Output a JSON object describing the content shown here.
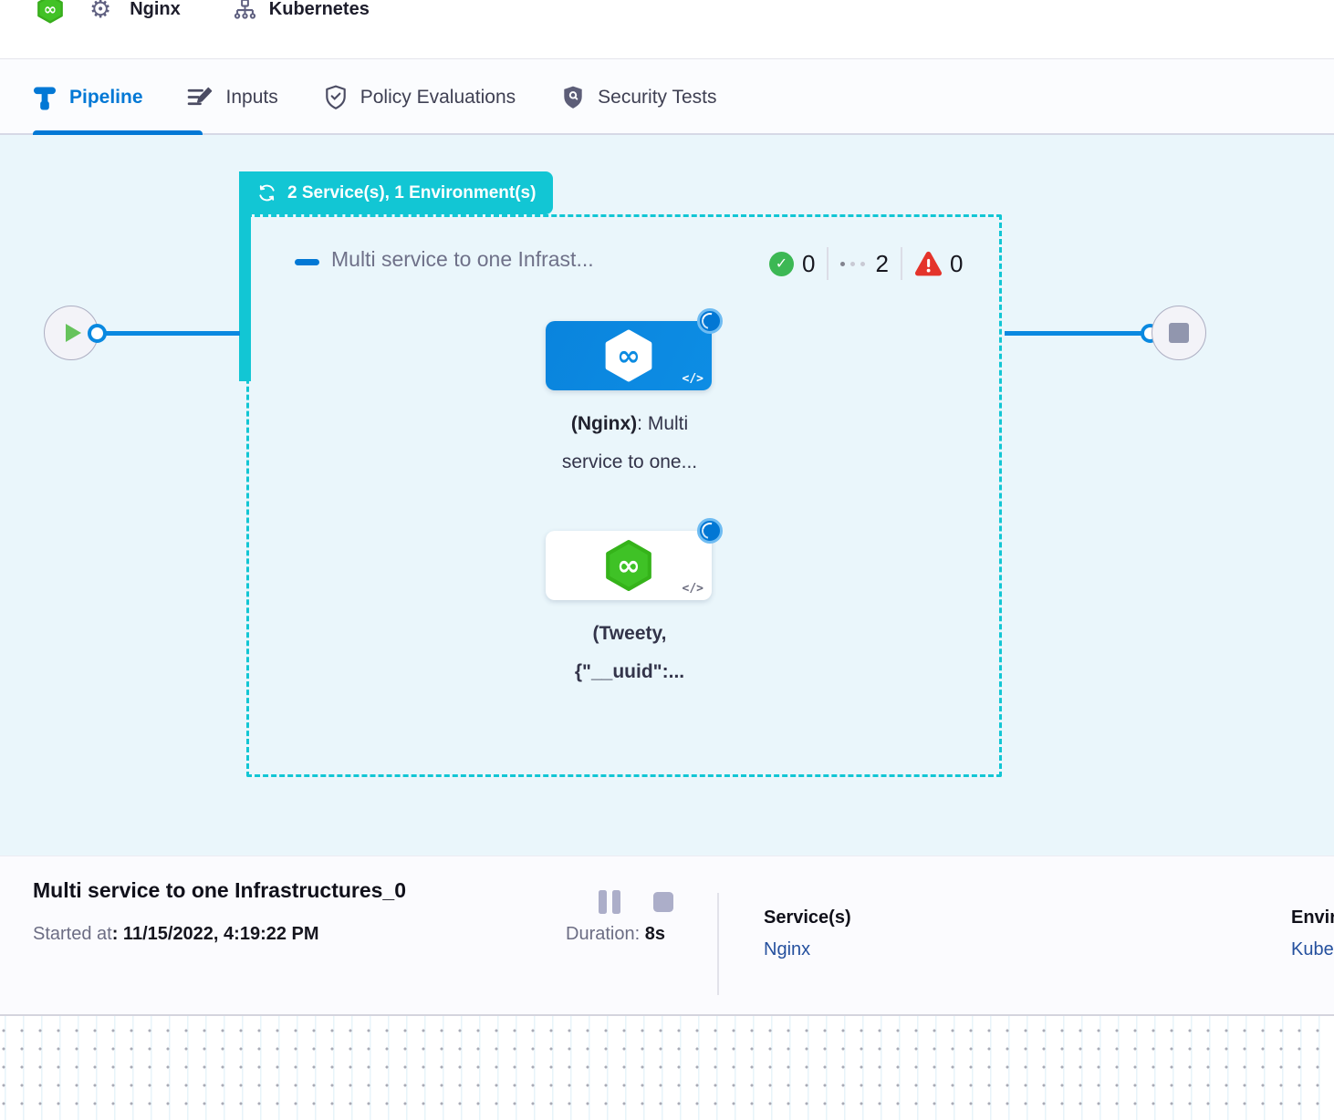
{
  "colors": {
    "accent": "#0278D5",
    "teal": "#12C6D4",
    "canvas_bg": "#EAF6FB",
    "logo_green": "#42C226",
    "success_green": "#3CB854",
    "error_red": "#E4342B",
    "link_blue": "#25509E"
  },
  "icons": {
    "infinity": "∞",
    "gear": "⚙",
    "code": "</>"
  },
  "header": {
    "service_name": "Nginx",
    "environment_name": "Kubernetes"
  },
  "tabs": {
    "pipeline": "Pipeline",
    "inputs": "Inputs",
    "policy": "Policy Evaluations",
    "security": "Security Tests"
  },
  "stage": {
    "badge": "2 Service(s), 1 Environment(s)",
    "title": "Multi service to one Infrast...",
    "success_count": "0",
    "running_count": "2",
    "failed_count": "0"
  },
  "nodes": {
    "service1": {
      "name": "(Nginx)",
      "name_suffix": ": Multi",
      "line2": "service to one..."
    },
    "service2": {
      "name": "(Tweety,",
      "line2": "{\"__uuid\":..."
    }
  },
  "footer": {
    "title": "Multi service to one Infrastructures_0",
    "started_label": "Started at",
    "started_value": ": 11/15/2022, 4:19:22 PM",
    "duration_label": "Duration:",
    "duration_value": "8s",
    "services_label": "Service(s)",
    "services_value": "Nginx",
    "environments_label": "Environment(s)",
    "environments_value": "Kubernetes"
  }
}
